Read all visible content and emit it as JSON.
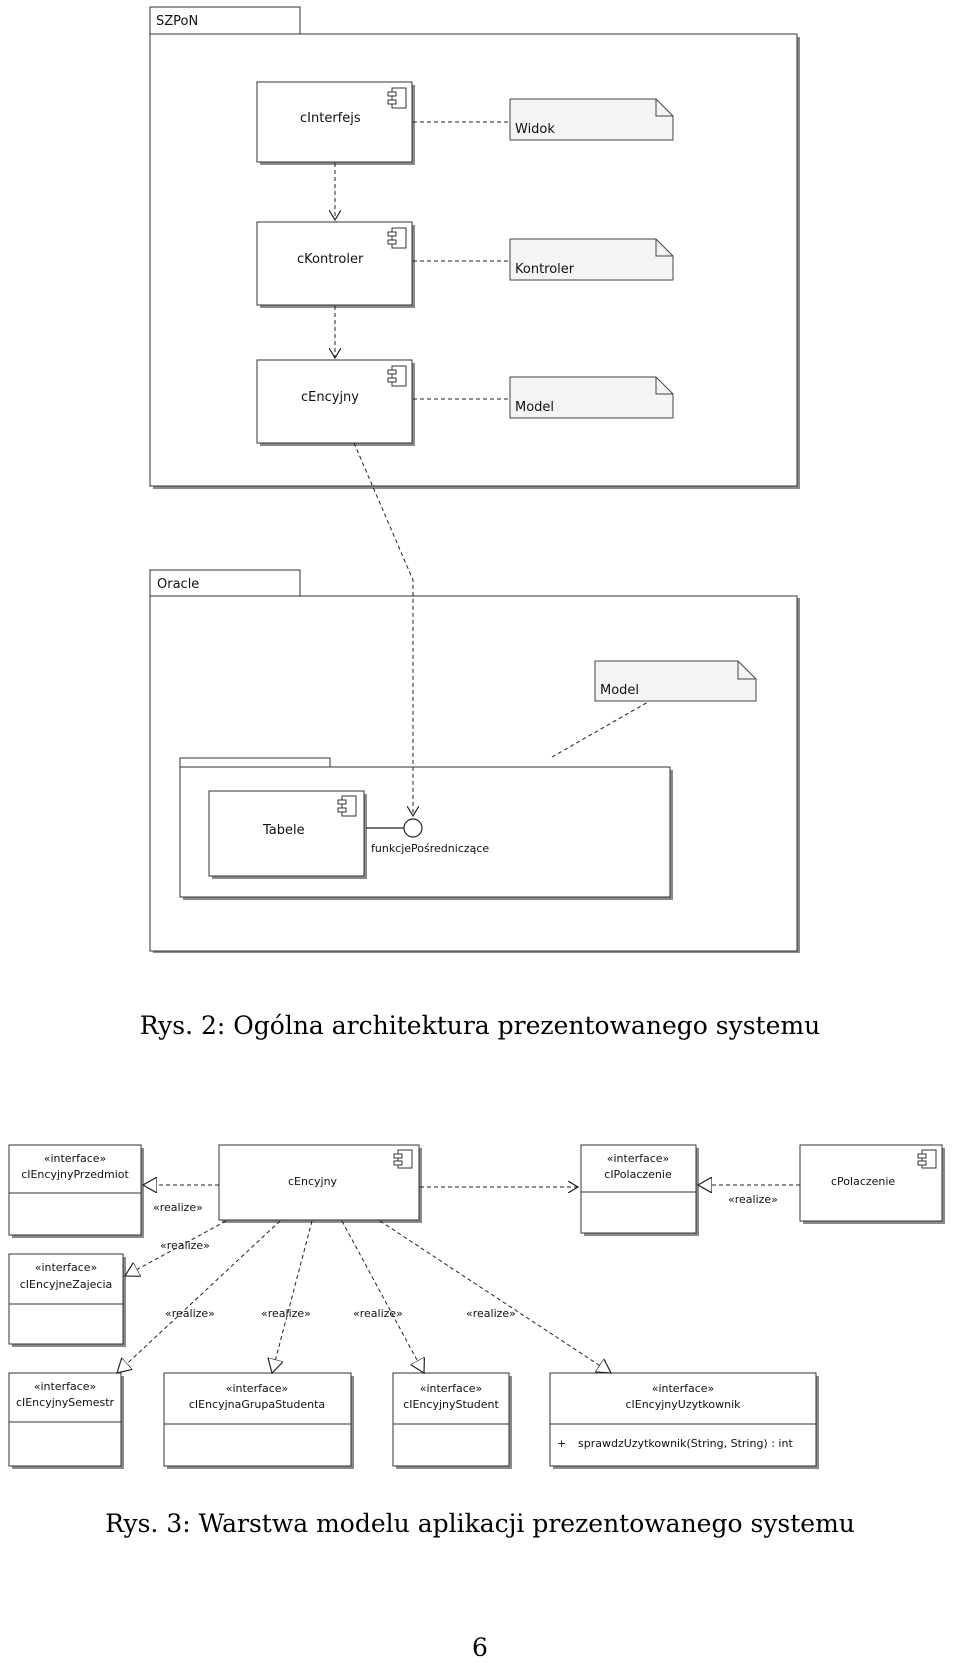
{
  "figure1": {
    "caption": "Rys. 2: Ogólna architektura prezentowanego systemu",
    "packages": {
      "szpon": "SZPoN",
      "oracle": "Oracle"
    },
    "components": {
      "interfejs": "cInterfejs",
      "kontroler": "cKontroler",
      "encyjny": "cEncyjny",
      "tabele": "Tabele"
    },
    "notes": {
      "widok": "Widok",
      "kontroler": "Kontroler",
      "model_top": "Model",
      "model_oracle": "Model"
    },
    "interface_label": "funkcjePośredniczące"
  },
  "figure2": {
    "caption": "Rys. 3: Warstwa modelu aplikacji prezentowanego systemu",
    "stereotype": "«interface»",
    "realize": "«realize»",
    "components": {
      "encyjny": "cEncyjny",
      "polaczenie": "cPolaczenie"
    },
    "interfaces": {
      "przedmiot": "cIEncyjnyPrzedmiot",
      "zajecia": "cIEncyjneZajecia",
      "semestr": "cIEncyjnySemestr",
      "grupa": "cIEncyjnaGrupaStudenta",
      "student": "cIEncyjnyStudent",
      "uzytkownik": "cIEncyjnyUzytkownik",
      "polaczenie": "cIPolaczenie"
    },
    "operation_visibility": "+",
    "operation": "sprawdzUzytkownik(String, String) : int"
  },
  "page_number": "6"
}
